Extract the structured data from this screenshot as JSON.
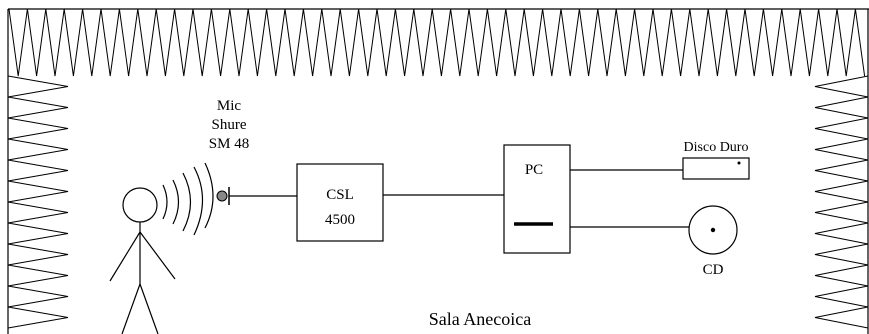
{
  "microphone": {
    "line1": "Mic",
    "line2": "Shure",
    "line3": "SM 48"
  },
  "csl": {
    "line1": "CSL",
    "line2": "4500"
  },
  "pc": {
    "label": "PC"
  },
  "hard_disk": {
    "label": "Disco Duro"
  },
  "cd": {
    "label": "CD"
  },
  "room": {
    "label": "Sala Anecoica"
  },
  "colors": {
    "stroke": "#000000",
    "mic_head": "#888888",
    "background": "#ffffff"
  }
}
